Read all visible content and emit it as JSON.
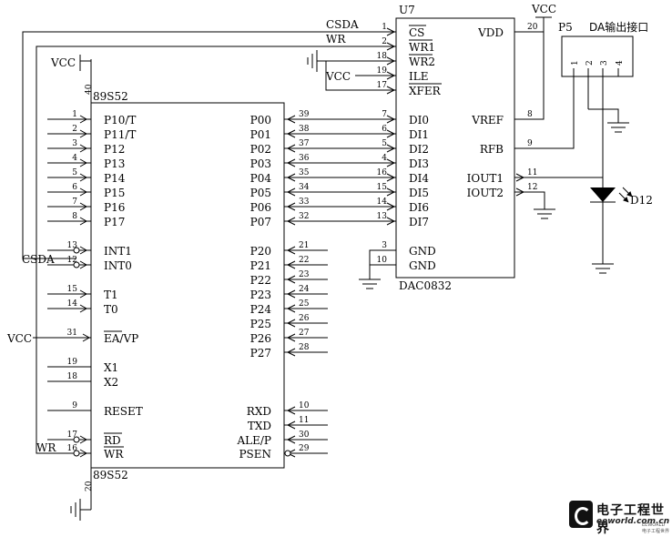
{
  "mcu": {
    "name": "89S52",
    "left_pins": [
      {
        "num": "1",
        "label": "P10/T"
      },
      {
        "num": "2",
        "label": "P11/T"
      },
      {
        "num": "3",
        "label": "P12"
      },
      {
        "num": "4",
        "label": "P13"
      },
      {
        "num": "5",
        "label": "P14"
      },
      {
        "num": "6",
        "label": "P15"
      },
      {
        "num": "7",
        "label": "P16"
      },
      {
        "num": "8",
        "label": "P17"
      },
      {
        "num": "13",
        "label": "INT1"
      },
      {
        "num": "12",
        "label": "INT0"
      },
      {
        "num": "15",
        "label": "T1"
      },
      {
        "num": "14",
        "label": "T0"
      },
      {
        "num": "31",
        "label": "EA/VP"
      },
      {
        "num": "19",
        "label": "X1"
      },
      {
        "num": "18",
        "label": "X2"
      },
      {
        "num": "9",
        "label": "RESET"
      },
      {
        "num": "17",
        "label": "RD"
      },
      {
        "num": "16",
        "label": "WR"
      }
    ],
    "right_pins": [
      {
        "num": "39",
        "label": "P00"
      },
      {
        "num": "38",
        "label": "P01"
      },
      {
        "num": "37",
        "label": "P02"
      },
      {
        "num": "36",
        "label": "P03"
      },
      {
        "num": "35",
        "label": "P04"
      },
      {
        "num": "34",
        "label": "P05"
      },
      {
        "num": "33",
        "label": "P06"
      },
      {
        "num": "32",
        "label": "P07"
      },
      {
        "num": "21",
        "label": "P20"
      },
      {
        "num": "22",
        "label": "P21"
      },
      {
        "num": "23",
        "label": "P22"
      },
      {
        "num": "24",
        "label": "P23"
      },
      {
        "num": "25",
        "label": "P24"
      },
      {
        "num": "26",
        "label": "P25"
      },
      {
        "num": "27",
        "label": "P26"
      },
      {
        "num": "28",
        "label": "P27"
      },
      {
        "num": "10",
        "label": "RXD"
      },
      {
        "num": "11",
        "label": "TXD"
      },
      {
        "num": "30",
        "label": "ALE/P"
      },
      {
        "num": "29",
        "label": "PSEN"
      }
    ],
    "power_pin": "40",
    "ground_pin": "20"
  },
  "dac": {
    "ref": "U7",
    "name": "DAC0832",
    "left_pins": [
      {
        "num": "1",
        "label": "CS"
      },
      {
        "num": "2",
        "label": "WR1"
      },
      {
        "num": "18",
        "label": "WR2"
      },
      {
        "num": "19",
        "label": "ILE"
      },
      {
        "num": "17",
        "label": "XFER"
      },
      {
        "num": "7",
        "label": "DI0"
      },
      {
        "num": "6",
        "label": "DI1"
      },
      {
        "num": "5",
        "label": "DI2"
      },
      {
        "num": "4",
        "label": "DI3"
      },
      {
        "num": "16",
        "label": "DI4"
      },
      {
        "num": "15",
        "label": "DI5"
      },
      {
        "num": "14",
        "label": "DI6"
      },
      {
        "num": "13",
        "label": "DI7"
      },
      {
        "num": "3",
        "label": "GND"
      },
      {
        "num": "10",
        "label": "GND"
      }
    ],
    "right_pins": [
      {
        "num": "20",
        "label": "VDD"
      },
      {
        "num": "8",
        "label": "VREF"
      },
      {
        "num": "9",
        "label": "RFB"
      },
      {
        "num": "11",
        "label": "IOUT1"
      },
      {
        "num": "12",
        "label": "IOUT2"
      }
    ]
  },
  "connector": {
    "ref": "P5",
    "title": "DA输出接口",
    "pins": [
      "1",
      "2",
      "3",
      "4"
    ]
  },
  "led": {
    "ref": "D12"
  },
  "nets": {
    "vcc": "VCC",
    "csda": "CSDA",
    "wr": "WR"
  },
  "logo": {
    "title": "电子工程世界",
    "site": "eeworld.com.cn",
    "tagline": "EEWORLD 电子工程世界"
  }
}
